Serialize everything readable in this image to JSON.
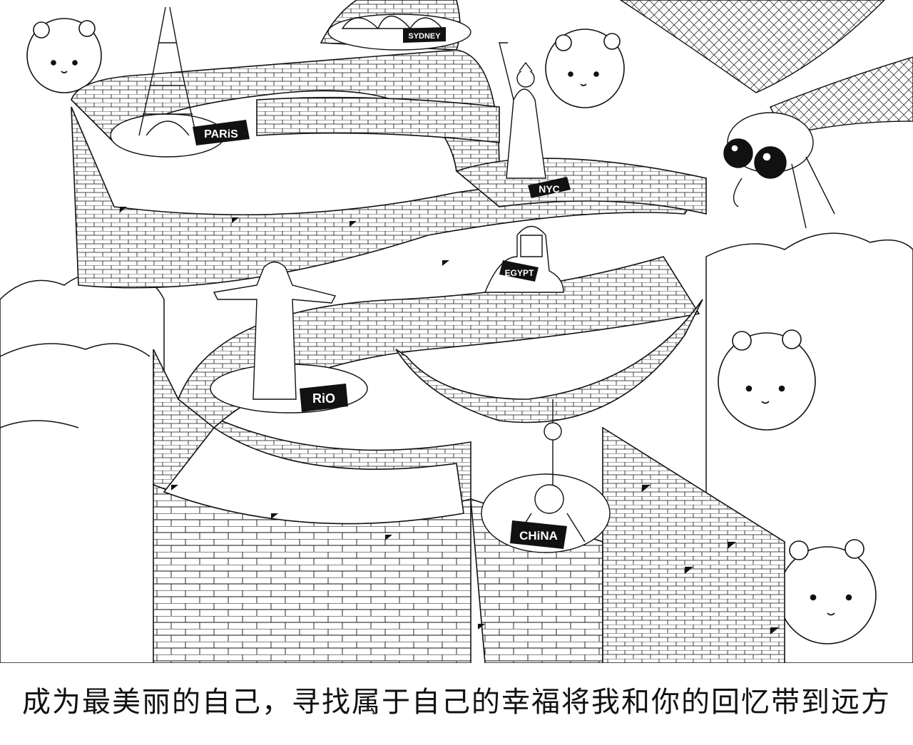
{
  "signs": {
    "paris": "PARiS",
    "sydney": "SYDNEY",
    "nyc": "NYC",
    "egypt": "EGYPT",
    "rio": "RiO",
    "china": "CHiNA"
  },
  "caption": "成为最美丽的自己，寻找属于自己的幸福将我和你的回忆带到远方",
  "colors": {
    "ink": "#111111",
    "paper": "#ffffff",
    "sign_bg": "#111111",
    "sign_text": "#ffffff"
  }
}
